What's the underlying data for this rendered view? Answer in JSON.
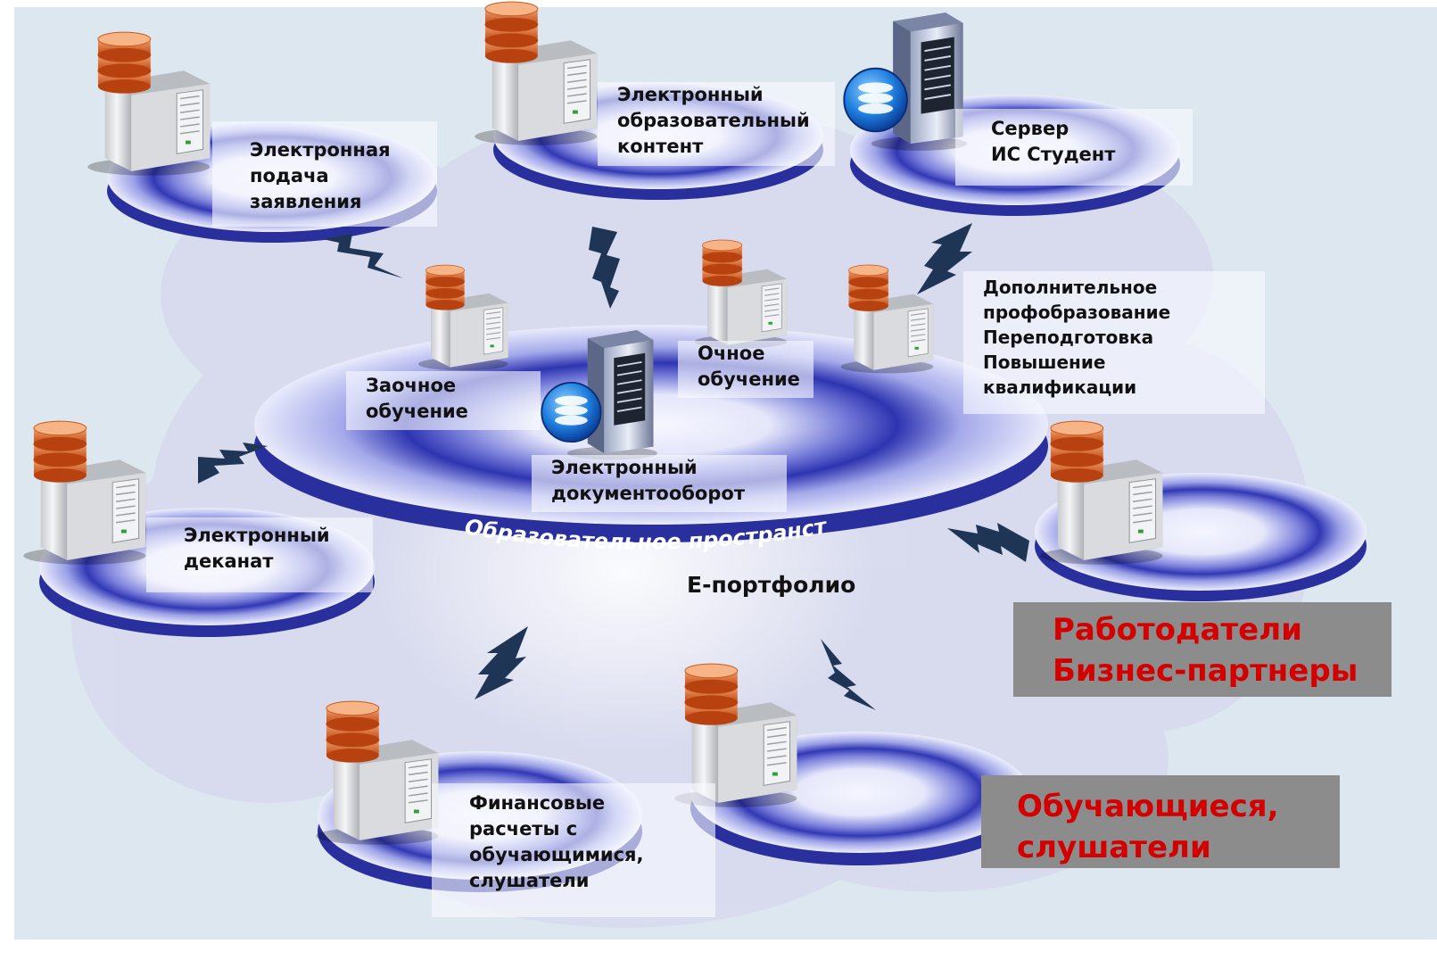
{
  "space_label": "Образовательное пространст",
  "portfolio_label": "Е-портфолио",
  "nodes": {
    "application": [
      "Электронная",
      "подача",
      "заявления"
    ],
    "content": [
      "Электронный",
      "образовательный",
      "контент"
    ],
    "server_is": [
      "Сервер",
      "ИС Студент"
    ],
    "extramural": [
      "Заочное",
      "обучение"
    ],
    "fulltime": [
      "Очное",
      "обучение"
    ],
    "docflow": [
      "Электронный",
      "документооборот"
    ],
    "additional": [
      "Дополнительное",
      "профобразование",
      "Переподготовка",
      "Повышение",
      "квалификации"
    ],
    "deanery": [
      "Электронный",
      "деканат"
    ],
    "finance": [
      "Финансовые",
      "расчеты с",
      "обучающимися,",
      "слушатели"
    ]
  },
  "stakeholders": {
    "employers": [
      "Работодатели",
      "Бизнес-партнеры"
    ],
    "students": [
      "Обучающиеся,",
      "слушатели"
    ]
  },
  "colors": {
    "ring": "#2f33a8",
    "cloud": "#d9dcef",
    "lightning": "#1f3556",
    "stakeholder_text": "#d40000",
    "stakeholder_box": "#8c8c8c"
  }
}
